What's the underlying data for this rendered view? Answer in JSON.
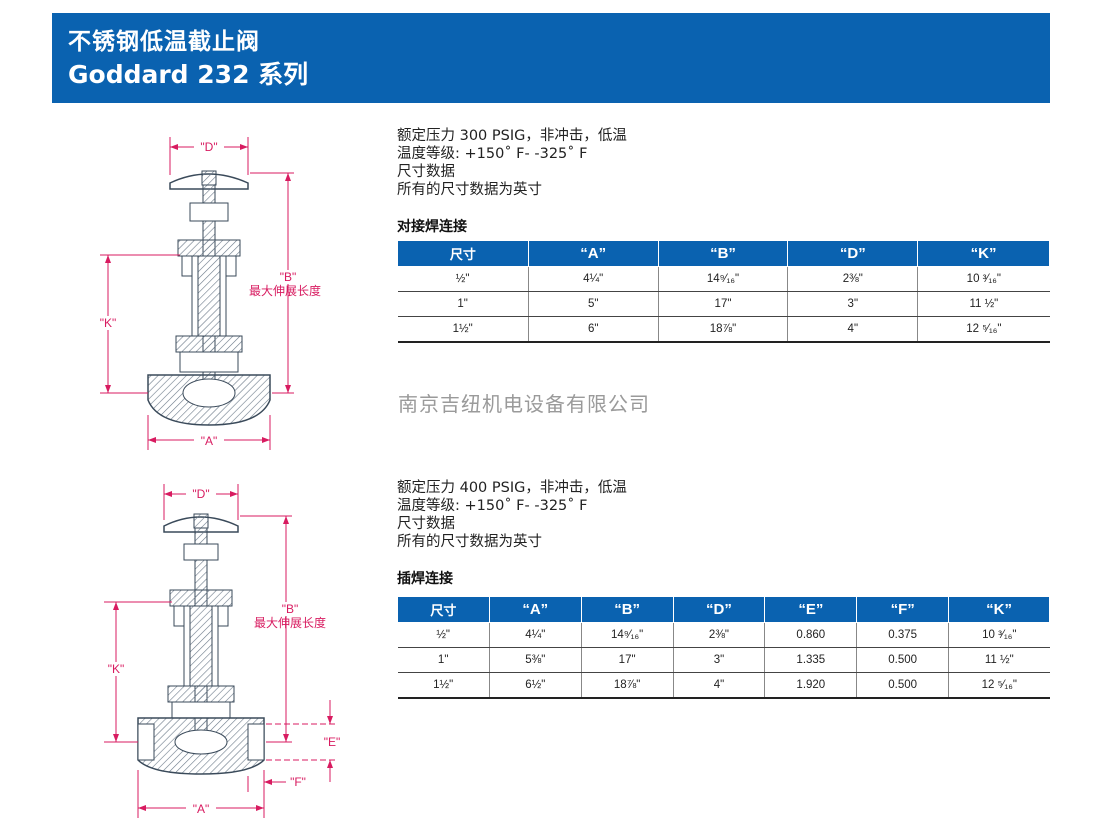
{
  "header": {
    "title_cn": "不锈钢低温截止阀",
    "title_series": "Goddard 232 系列"
  },
  "diagram1": {
    "label_d": "\"D\"",
    "label_b": "\"B\"",
    "label_b_desc": "最大伸展长度",
    "label_k": "\"K\"",
    "label_a": "\"A\""
  },
  "diagram2": {
    "label_d": "\"D\"",
    "label_b": "\"B\"",
    "label_b_desc": "最大伸展长度",
    "label_k": "\"K\"",
    "label_e": "\"E\"",
    "label_f": "\"F\"",
    "label_a": "\"A\""
  },
  "section1": {
    "spec_lines": [
      "额定压力 300 PSIG，非冲击，低温",
      " 温度等级: +150˚ F- -325˚ F",
      "尺寸数据",
      "所有的尺寸数据为英寸"
    ],
    "connection_title": "对接焊连接",
    "table": {
      "headers": [
        "尺寸",
        "“A”",
        "“B”",
        "“D”",
        "“K”"
      ],
      "rows": [
        [
          "½\"",
          "4¼\"",
          "14⁹⁄₁₆\"",
          "2⅜\"",
          "10 ³⁄₁₆\""
        ],
        [
          "1\"",
          "5\"",
          "17\"",
          "3\"",
          "11 ½\""
        ],
        [
          "1½\"",
          "6\"",
          "18⅞\"",
          "4\"",
          "12 ⁵⁄₁₆\""
        ]
      ]
    }
  },
  "watermark": "南京吉纽机电设备有限公司",
  "section2": {
    "spec_lines": [
      "额定压力 400 PSIG，非冲击，低温",
      " 温度等级: +150˚ F- -325˚ F",
      "尺寸数据",
      "所有的尺寸数据为英寸"
    ],
    "connection_title": "插焊连接",
    "table": {
      "headers": [
        "尺寸",
        "“A”",
        "“B”",
        "“D”",
        "“E”",
        "“F”",
        "“K”"
      ],
      "rows": [
        [
          "½\"",
          "4¼\"",
          "14⁹⁄₁₆\"",
          "2⅜\"",
          "0.860",
          "0.375",
          "10 ³⁄₁₆\""
        ],
        [
          "1\"",
          "5⅜\"",
          "17\"",
          "3\"",
          "1.335",
          "0.500",
          "11 ½\""
        ],
        [
          "1½\"",
          "6½\"",
          "18⅞\"",
          "4\"",
          "1.920",
          "0.500",
          "12 ⁵⁄₁₆\""
        ]
      ]
    }
  },
  "colors": {
    "header_blue": "#0a62b0",
    "dimension_pink": "#d81b60",
    "valve_gray": "#6c7a89"
  }
}
